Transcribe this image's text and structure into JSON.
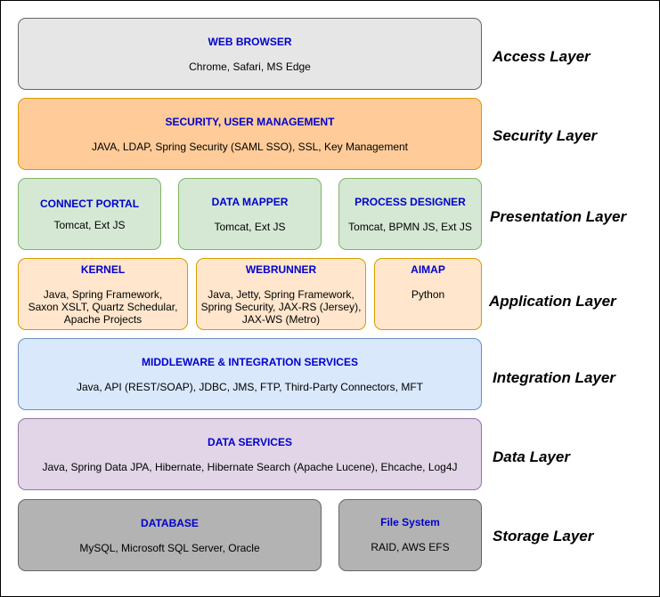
{
  "layers": {
    "access": "Access Layer",
    "security": "Security Layer",
    "presentation": "Presentation Layer",
    "application": "Application Layer",
    "integration": "Integration Layer",
    "data": "Data Layer",
    "storage": "Storage Layer"
  },
  "boxes": {
    "web_browser": {
      "title": "WEB BROWSER",
      "desc": "Chrome, Safari, MS Edge"
    },
    "security": {
      "title": "SECURITY, USER MANAGEMENT",
      "desc": "JAVA, LDAP, Spring Security (SAML SSO), SSL, Key Management"
    },
    "connect_portal": {
      "title": "CONNECT PORTAL",
      "desc": "Tomcat, Ext JS"
    },
    "data_mapper": {
      "title": "DATA MAPPER",
      "desc": "Tomcat, Ext JS"
    },
    "process_designer": {
      "title": "PROCESS DESIGNER",
      "desc": "Tomcat, BPMN JS, Ext JS"
    },
    "kernel": {
      "title": "KERNEL",
      "desc": [
        "Java, Spring Framework,",
        "Saxon XSLT,  Quartz Schedular,",
        "Apache Projects"
      ]
    },
    "webrunner": {
      "title": "WEBRUNNER",
      "desc": [
        "Java, Jetty, Spring Framework,",
        "Spring Security, JAX-RS (Jersey),",
        "JAX-WS (Metro)"
      ]
    },
    "aimap": {
      "title": "AIMAP",
      "desc": "Python"
    },
    "middleware": {
      "title": "MIDDLEWARE & INTEGRATION SERVICES",
      "desc": "Java, API (REST/SOAP), JDBC, JMS, FTP, Third-Party Connectors, MFT"
    },
    "data_services": {
      "title": "DATA SERVICES",
      "desc": "Java, Spring Data JPA, Hibernate, Hibernate Search (Apache Lucene), Ehcache, Log4J"
    },
    "database": {
      "title": "DATABASE",
      "desc": "MySQL, Microsoft SQL Server, Oracle"
    },
    "file_system": {
      "title": "File System",
      "desc": "RAID, AWS EFS"
    }
  },
  "colors": {
    "title_text": "#0000cc",
    "access_fill": "#e6e6e6",
    "security_fill": "#ffcc99",
    "presentation_fill": "#d5e8d4",
    "application_fill": "#ffe6cc",
    "integration_fill": "#dae8fc",
    "data_fill": "#e1d5e7",
    "storage_fill": "#b3b3b3"
  }
}
